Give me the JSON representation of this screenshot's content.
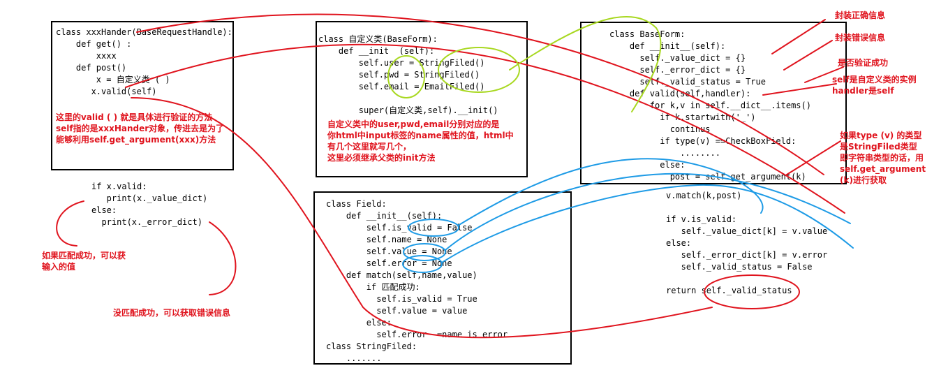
{
  "boxes": {
    "handler": {
      "lines": [
        "class xxxHander(BaseRequestHandle):",
        "    def get() :",
        "        xxxx",
        "    def post()",
        "        x = 自定义类 ( )",
        "       x.valid(self)"
      ]
    },
    "custom_form": {
      "lines": [
        "class 自定义类(BaseForm):",
        "    def __init  (self):",
        "        self.user = StringFiled()",
        "        self.pwd = StringFiled()",
        "        self.email = EmailFiled()",
        "",
        "        super(自定义类,self).__init()"
      ]
    },
    "base_form": {
      "lines": [
        "class BaseForm:",
        "    def __init__(self):",
        "      self._value_dict = {}",
        "      self._error_dict = {}",
        "      self._valid_status = True",
        "    def valid(self,handler):",
        "        for k,v in self.__dict__.items()",
        "          if k.startwith('_')",
        "            continus",
        "          if type(v) ==CheckBoxField:",
        "              ........",
        "          else:",
        "            post = self.get_argument(k)"
      ]
    },
    "field": {
      "lines": [
        "class Field:",
        "    def __init__(self):",
        "        self.is_valid = False",
        "        self.name = None",
        "        self.value = None",
        "        self.error = None",
        "    def match(self,name,value)",
        "        if 匹配成功:",
        "          self.is_valid = True",
        "          self.value = value",
        "        else:",
        "          self.error  =name is error",
        "class StringFiled:",
        "    ......."
      ]
    }
  },
  "free_code": {
    "if_block": [
      "if x.valid:",
      "   print(x._value_dict)",
      "else:",
      "  print(x._error_dict)"
    ],
    "valid_tail": [
      "v.match(k,post)",
      "",
      "if v.is_valid:",
      "   self._value_dict[k] = v.value",
      "else:",
      "   self._error_dict[k] = v.error",
      "   self._valid_status = False",
      "",
      "return self._valid_status"
    ]
  },
  "notes": {
    "valid_desc": "这里的valid ( ) 就是具体进行验证的方法\nself指的是xxxHander对象，传进去是为了\n能够利用self.get_argument(xxx)方法",
    "custom_desc": "自定义类中的user,pwd,email分别对应的是\n你html中input标签的name属性的值，html中\n有几个这里就写几个，\n这里必须继承父类的init方法",
    "match_success": "如果匹配成功，可以获\n输入的值",
    "match_fail": "没匹配成功，可以获取错误信息",
    "wrap_correct": "封装正确信息",
    "wrap_error": "封装错误信息",
    "is_valid_success": "是否验证成功",
    "self_instance": "self是自定义类的实例\nhandler是self",
    "type_desc": "如果type (v) 的类型\n是StringFiled类型\n即字符串类型的话，用\nself.get_argument\n(k)进行获取"
  },
  "colors": {
    "red": "#e0141e",
    "blue": "#1e9be6",
    "green": "#a8d820",
    "black": "#000000"
  }
}
